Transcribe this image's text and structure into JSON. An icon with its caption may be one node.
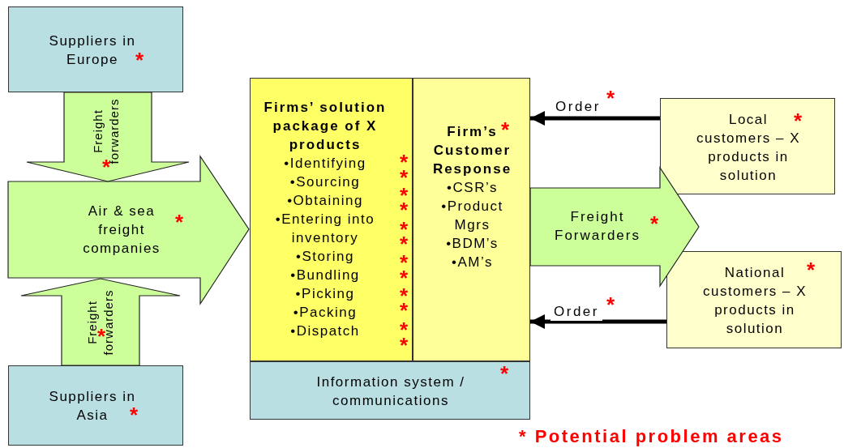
{
  "diagram": {
    "nodes": [
      {
        "text": [
          "Suppliers in Europe"
        ]
      },
      {
        "text": [
          "Air & sea freight companies"
        ]
      },
      {
        "text": [
          "Suppliers in Asia"
        ]
      },
      {
        "text": [
          "Firms’ solution package of X products",
          "•Identifying",
          "•Sourcing",
          "•Obtaining",
          "•Entering into inventory",
          "•Storing",
          "•Bundling",
          "•Picking",
          "•Packing",
          "•Dispatch"
        ]
      },
      {
        "text": [
          "Firm’s Customer Response",
          "•CSR’s",
          "•Product Mgrs",
          "•BDM’s",
          "•AM’s"
        ]
      },
      {
        "text": [
          "Information system / communications"
        ]
      },
      {
        "text": [
          "Local customers – X products in solution"
        ]
      },
      {
        "text": [
          "National customers – X products in solution"
        ]
      }
    ],
    "edges": [
      {
        "from": 0,
        "to": 1,
        "arrow": "to",
        "label": "Freight forwarders",
        "style": "thick"
      },
      {
        "from": 2,
        "to": 1,
        "arrow": "to",
        "label": "Freight forwarders",
        "style": "thick"
      },
      {
        "from": 4,
        "to": null,
        "arrow": "to",
        "label": "Freight Forwarders",
        "style": "thick"
      },
      {
        "from": 6,
        "to": 4,
        "arrow": "to",
        "label": "Order"
      },
      {
        "from": 7,
        "to": 4,
        "arrow": "to",
        "label": "Order"
      }
    ],
    "labels": [
      "*",
      "*",
      "*",
      "*",
      "*",
      "*",
      "*",
      "*",
      "*",
      "*",
      "*",
      "*",
      "*",
      "*",
      "*",
      "*",
      "*",
      "*",
      "*",
      "*",
      "*",
      "*",
      "*",
      "*",
      "* Potential problem areas"
    ]
  }
}
